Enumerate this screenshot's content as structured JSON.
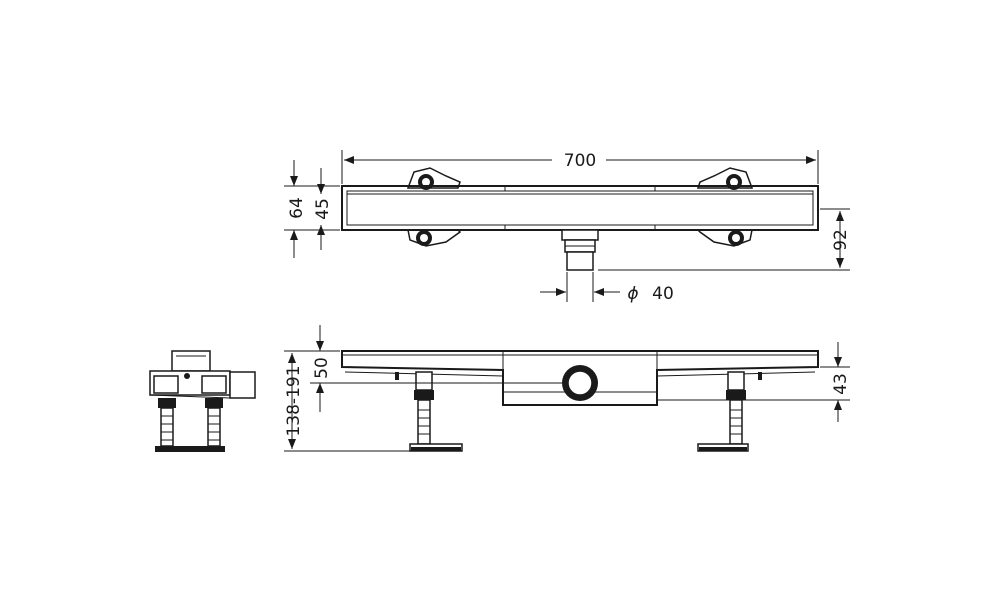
{
  "dimensions": {
    "overall_length": "700",
    "frame_height": "64",
    "channel_height": "45",
    "outlet_depth": "92",
    "outlet_diameter_symbol": "ϕ",
    "outlet_diameter": "40",
    "installation_height": "138-191",
    "top_to_outlet": "50",
    "outlet_to_bottom": "43"
  },
  "colors": {
    "line": "#1a1a1a",
    "background": "#ffffff"
  }
}
